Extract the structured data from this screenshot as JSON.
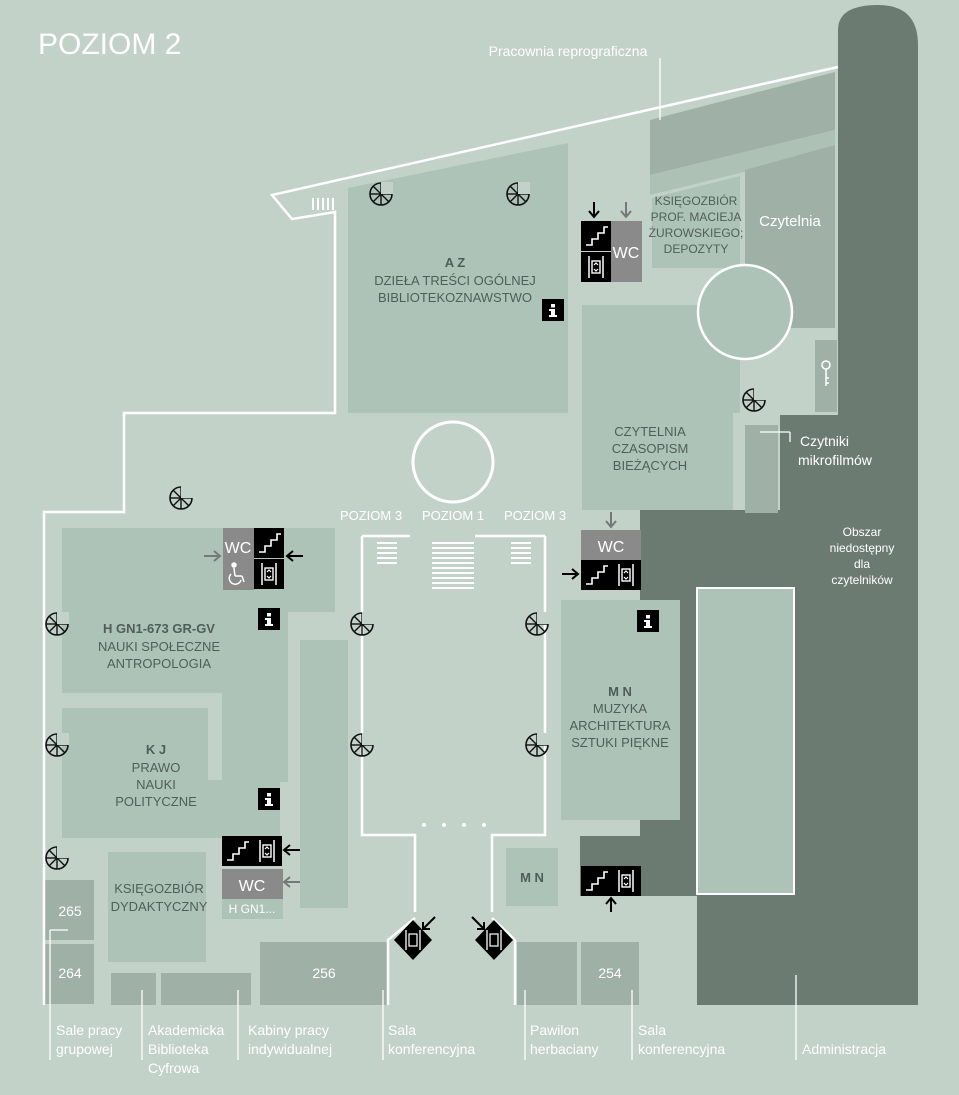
{
  "title": "POZIOM 2",
  "colors": {
    "background": "#c3d2c8",
    "room_light": "#aec3b7",
    "room_mid": "#9fb1a6",
    "restricted": "#6b7b72",
    "room_text": "#4f5f57",
    "wc_gray": "#8a8a8a",
    "icon_black": "#000000",
    "wall_white": "#ffffff"
  },
  "top_labels": {
    "reprografia": "Pracownia reprograficzna"
  },
  "rooms": {
    "az": {
      "code": "A Z",
      "line1": "DZIEŁA TREŚCI OGÓLNEJ",
      "line2": "BIBLIOTEKOZNAWSTWO"
    },
    "zurowski": {
      "line1": "KSIĘGOZBIÓR",
      "line2": "PROF. MACIEJA",
      "line3": "ŻUROWSKIEGO;",
      "line4": "DEPOZYTY"
    },
    "czytelnia": "Czytelnia",
    "czasopisma": {
      "line1": "CZYTELNIA",
      "line2": "CZASOPISM",
      "line3": "BIEŻĄCYCH"
    },
    "hgn": {
      "code": "H GN1-673 GR-GV",
      "line1": "NAUKI SPOŁECZNE",
      "line2": "ANTROPOLOGIA"
    },
    "kj": {
      "code": "K J",
      "line1": "PRAWO",
      "line2": "NAUKI",
      "line3": "POLITYCZNE"
    },
    "mn": {
      "code": "M N",
      "line1": "MUZYKA",
      "line2": "ARCHITEKTURA",
      "line3": "SZTUKI PIĘKNE"
    },
    "mn_small": "M N",
    "dydaktyczny": {
      "line1": "KSIĘGOZBIÓR",
      "line2": "DYDAKTYCZNY"
    },
    "hgn_small": "H GN1...",
    "r265": "265",
    "r264": "264",
    "r256": "256",
    "r254": "254"
  },
  "stairs_labels": {
    "left": "POZIOM 3",
    "center": "POZIOM 1",
    "right": "POZIOM 3"
  },
  "side_labels": {
    "czytniki1": "Czytniki",
    "czytniki2": "mikrofilmów",
    "obszar1": "Obszar",
    "obszar2": "niedostępny",
    "obszar3": "dla",
    "obszar4": "czytelników"
  },
  "wc_label": "WC",
  "info_label": "i",
  "bottom_labels": {
    "sale_pracy1": "Sale pracy",
    "sale_pracy2": "grupowej",
    "abc1": "Akademicka",
    "abc2": "Biblioteka",
    "abc3": "Cyfrowa",
    "kabiny1": "Kabiny pracy",
    "kabiny2": "indywidualnej",
    "sala_konf_l1": "Sala",
    "sala_konf_l2": "konferencyjna",
    "pawilon1": "Pawilon",
    "pawilon2": "herbaciany",
    "sala_konf_r1": "Sala",
    "sala_konf_r2": "konferencyjna",
    "administracja": "Administracja"
  }
}
